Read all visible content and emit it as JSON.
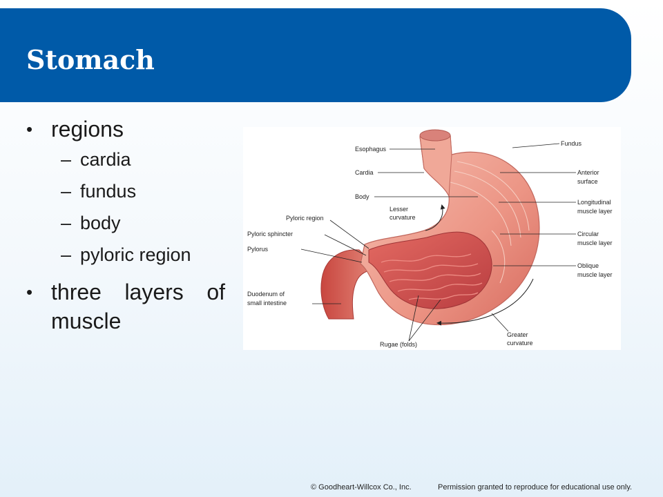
{
  "slide": {
    "title": "Stomach",
    "bullet_one": "regions",
    "subitems": [
      "cardia",
      "fundus",
      "body",
      "pyloric region"
    ],
    "bullet_two": "three layers of muscle",
    "bullet_glyph": "•",
    "dash_glyph": "–"
  },
  "figure": {
    "labels": {
      "esophagus": "Esophagus",
      "cardia": "Cardia",
      "body": "Body",
      "lesser_1": "Lesser",
      "lesser_2": "curvature",
      "pyloric_region": "Pyloric region",
      "pyloric_sphincter": "Pyloric sphincter",
      "pylorus": "Pylorus",
      "duodenum_1": "Duodenum of",
      "duodenum_2": "small intestine",
      "rugae": "Rugae (folds)",
      "fundus": "Fundus",
      "anterior_1": "Anterior",
      "anterior_2": "surface",
      "longitudinal_1": "Longitudinal",
      "longitudinal_2": "muscle layer",
      "circular_1": "Circular",
      "circular_2": "muscle layer",
      "oblique_1": "Oblique",
      "oblique_2": "muscle layer",
      "greater_1": "Greater",
      "greater_2": "curvature"
    }
  },
  "footer": {
    "left": "© Goodheart-Willcox Co., Inc.",
    "right": "Permission granted to reproduce for educational use only."
  },
  "colors": {
    "title_bar": "#005aa8",
    "stomach_outer": "#e88a7e",
    "stomach_inner": "#c94a4a"
  }
}
